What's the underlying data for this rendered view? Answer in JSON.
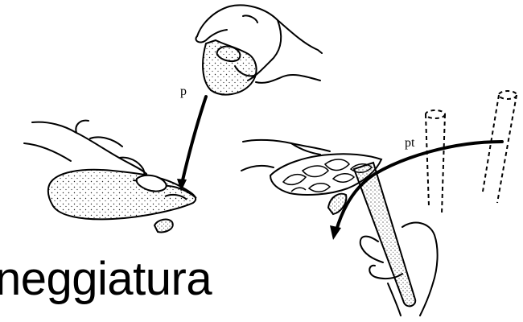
{
  "caption": "neggiatura",
  "labels": {
    "p": "p",
    "pt": "pt"
  },
  "colors": {
    "ink": "#000000",
    "background": "#ffffff"
  }
}
